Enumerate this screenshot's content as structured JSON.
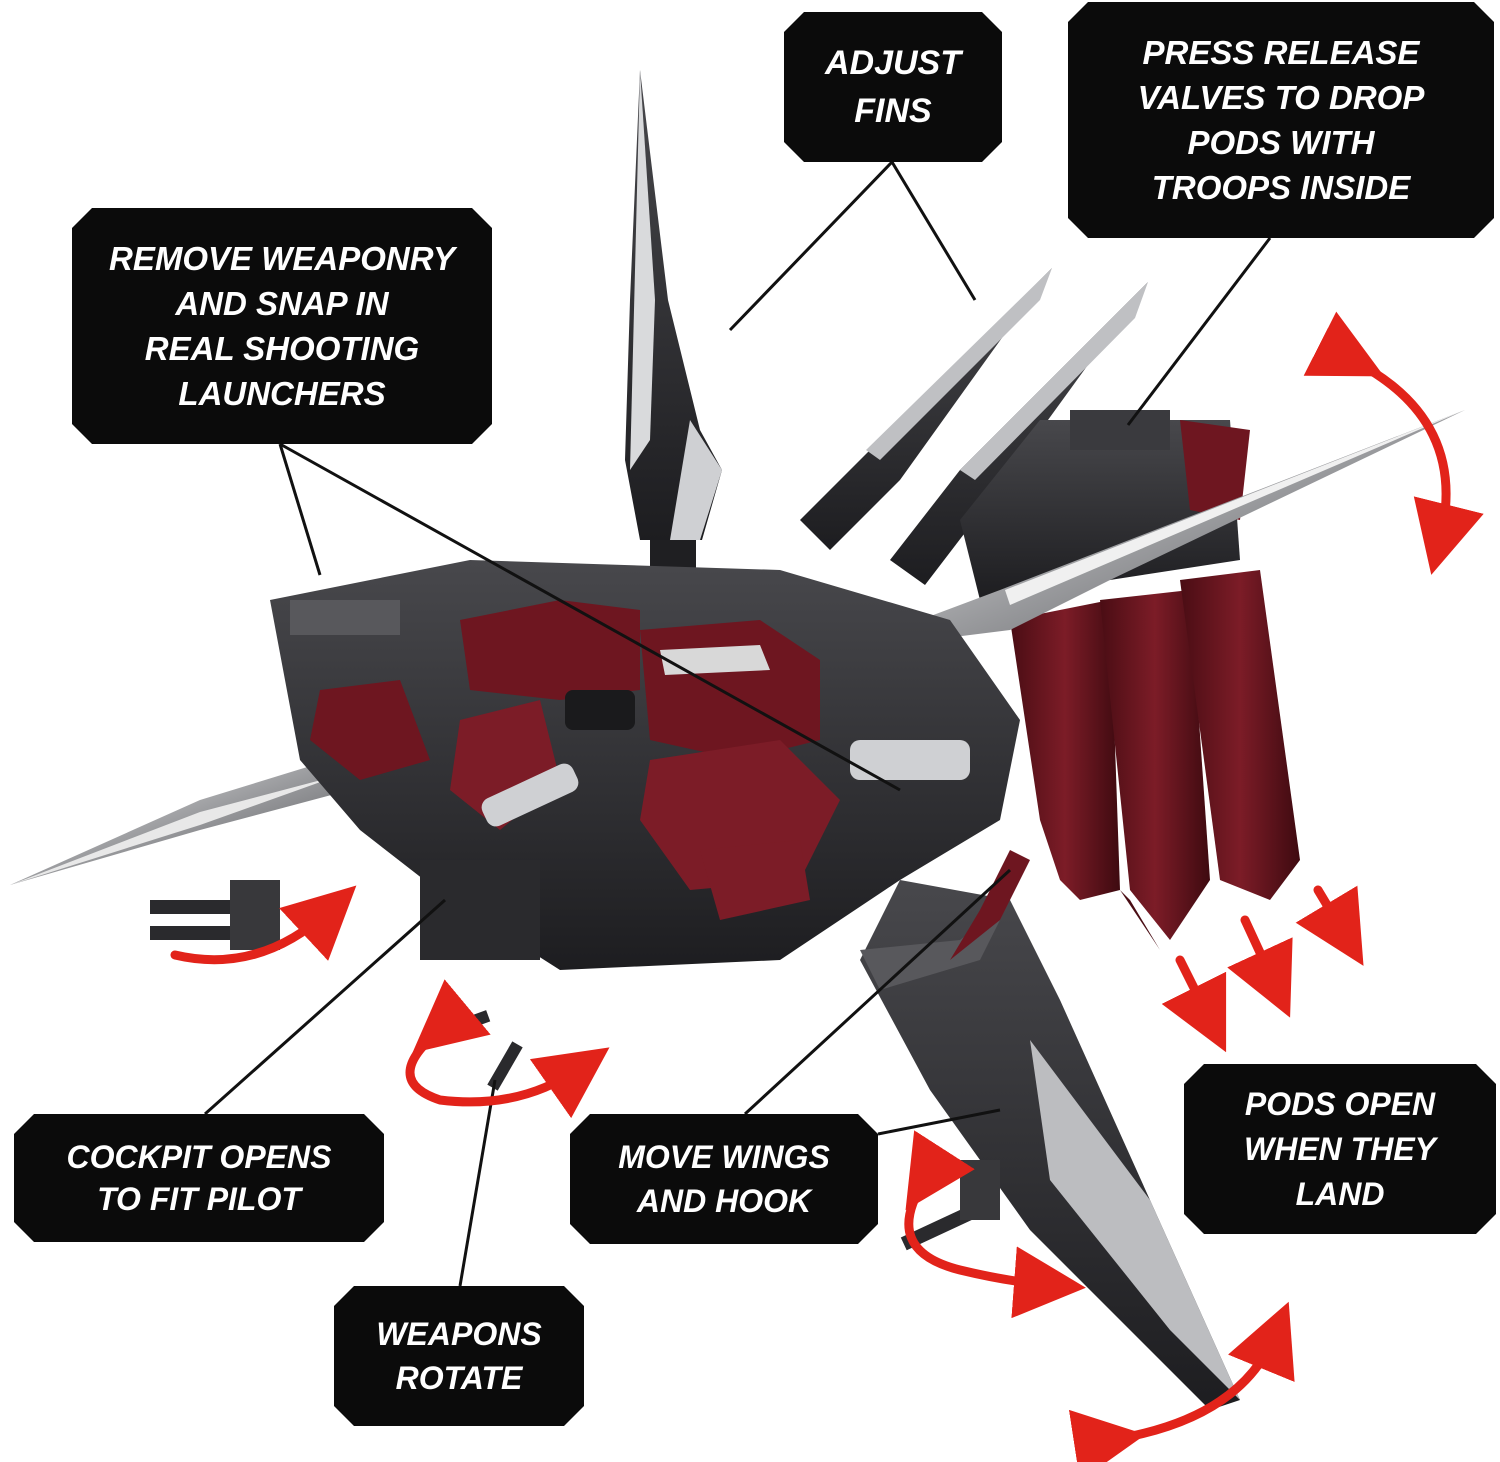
{
  "callouts": {
    "adjust_fins": "ADJUST\nFINS",
    "release_valves": "PRESS RELEASE\nVALVES TO DROP\nPODS WITH\nTROOPS INSIDE",
    "remove_weaponry": "REMOVE WEAPONRY\nAND SNAP IN\nREAL SHOOTING\nLAUNCHERS",
    "cockpit": "COCKPIT OPENS\nTO FIT PILOT",
    "move_wings": "MOVE WINGS\nAND HOOK",
    "pods_open": "PODS OPEN\nWHEN THEY\nLAND",
    "weapons_rotate": "WEAPONS\nROTATE"
  },
  "colors": {
    "callout_bg": "#0b0b0b",
    "callout_text": "#ffffff",
    "arrow_red": "#e2231a",
    "hull_dark": "#2b2b2e",
    "hull_red": "#6e1620",
    "blade_silver": "#c9cacc"
  },
  "illustration": "zoid-toy-model"
}
